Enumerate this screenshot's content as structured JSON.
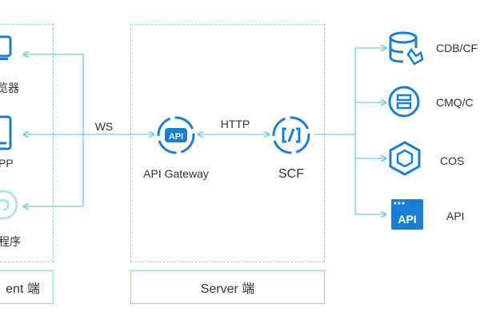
{
  "client": {
    "items": [
      {
        "label": "览器",
        "icon": "monitor-icon"
      },
      {
        "label": "PP",
        "icon": "phone-icon"
      },
      {
        "label": "程序",
        "icon": "mini-program-icon"
      }
    ],
    "footer": "ent 端"
  },
  "server": {
    "gateway_label": "API Gateway",
    "gateway_icon_text": "API",
    "scf_label": "SCF",
    "footer": "Server 端"
  },
  "connections": {
    "ws_label": "WS",
    "http_label": "HTTP"
  },
  "services": [
    {
      "label": "CDB/CF",
      "icon": "database-icon"
    },
    {
      "label": "CMQ/C",
      "icon": "message-queue-icon"
    },
    {
      "label": "COS",
      "icon": "cos-icon"
    },
    {
      "label": "API",
      "icon": "api-icon"
    }
  ],
  "colors": {
    "accent": "#1a7fd4",
    "connector": "#6dcbe0",
    "panel_border": "#8fd3e3"
  }
}
